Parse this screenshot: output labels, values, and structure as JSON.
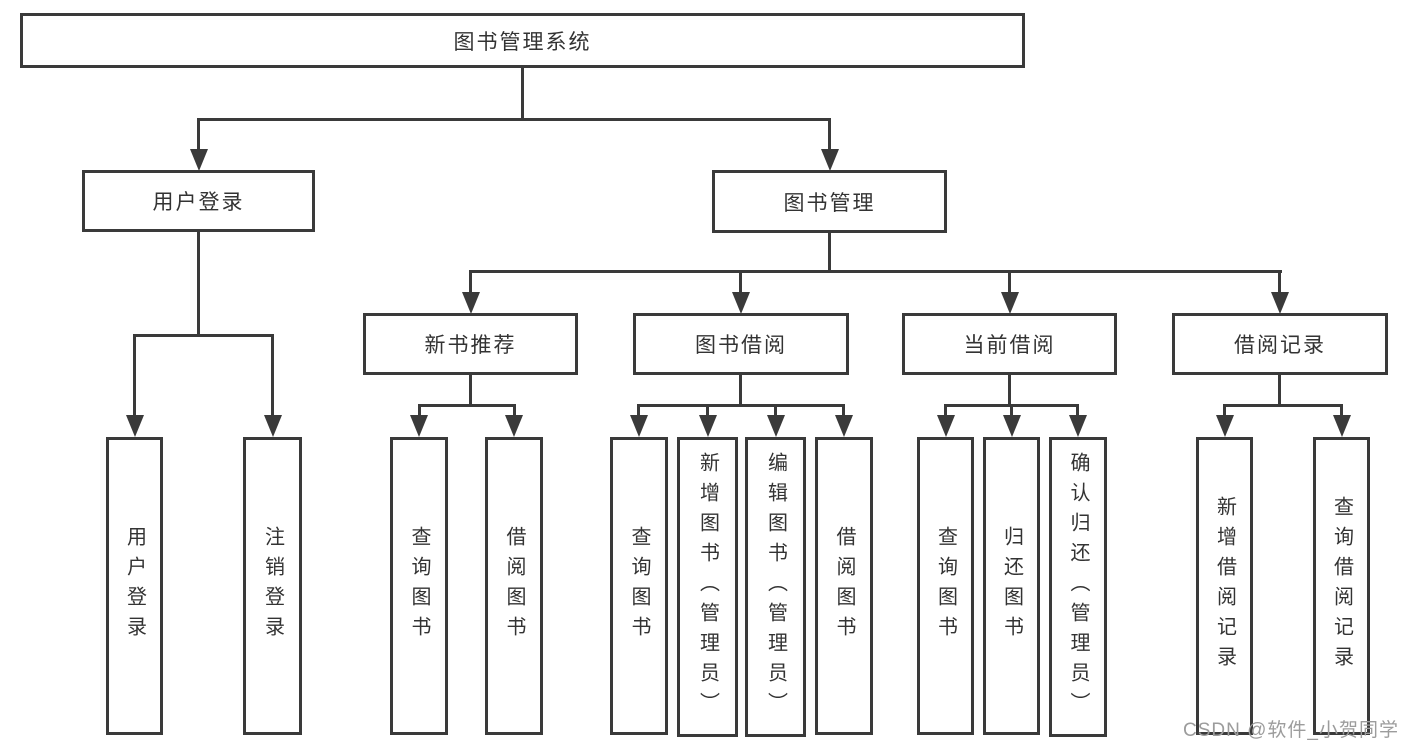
{
  "tree": {
    "label": "图书管理系统",
    "children": [
      {
        "label": "用户登录",
        "children": [
          {
            "label": "用户登录"
          },
          {
            "label": "注销登录"
          }
        ]
      },
      {
        "label": "图书管理",
        "children": [
          {
            "label": "新书推荐",
            "children": [
              {
                "label": "查询图书"
              },
              {
                "label": "借阅图书"
              }
            ]
          },
          {
            "label": "图书借阅",
            "children": [
              {
                "label": "查询图书"
              },
              {
                "label": "新增图书（管理员）"
              },
              {
                "label": "编辑图书（管理员）"
              },
              {
                "label": "借阅图书"
              }
            ]
          },
          {
            "label": "当前借阅",
            "children": [
              {
                "label": "查询图书"
              },
              {
                "label": "归还图书"
              },
              {
                "label": "确认归还（管理员）"
              }
            ]
          },
          {
            "label": "借阅记录",
            "children": [
              {
                "label": "新增借阅记录"
              },
              {
                "label": "查询借阅记录"
              }
            ]
          }
        ]
      }
    ]
  },
  "watermark": "CSDN @软件_小贺同学",
  "colors": {
    "line": "#3a3a3a",
    "text": "#333333",
    "watermark": "#9c9c9c",
    "background": "#ffffff"
  }
}
